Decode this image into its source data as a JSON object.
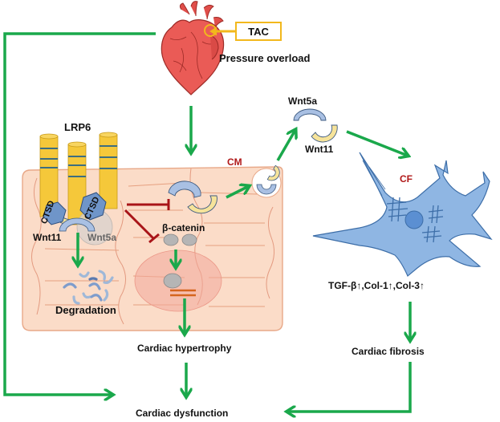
{
  "title": "CTSD-mediated Wnt11/Wnt5a degradation in cardiac pressure overload",
  "colors": {
    "arrow_green": "#1aa84b",
    "inhibit_red": "#a81418",
    "tac_box": "#f2b81c",
    "heart_red": "#e85a55",
    "cm_cell_fill": "#fbdcc8",
    "cm_cell_stroke": "#e8a888",
    "lrp6_yellow": "#f5c83a",
    "lrp6_band": "#3d6e80",
    "ctsd_blue": "#6f95c9",
    "wnt5a_blue": "#a9c0e3",
    "wnt11_yellow": "#f6e39a",
    "nucleus_pink": "#f2a89a",
    "beta_catenin_gray": "#b5b5b5",
    "dna_orange": "#d5651f",
    "cf_blue": "#8fb6e3",
    "cf_stroke": "#3d6ea8",
    "label_red": "#b01818"
  },
  "labels": {
    "tac": "TAC",
    "pressure_overload": "Pressure overload",
    "lrp6": "LRP6",
    "ctsd_1": "CTSD",
    "ctsd_2": "CTSD",
    "wnt11_bound": "Wnt11",
    "wnt5a_bound": "Wnt5a",
    "degradation": "Degradation",
    "cm": "CM",
    "beta_catenin": "β-catenin",
    "wnt5a_secreted": "Wnt5a",
    "wnt11_secreted": "Wnt11",
    "cf": "CF",
    "fibrosis_markers": "TGF-β↑,Col-1↑,Col-3↑",
    "cardiac_hypertrophy": "Cardiac hypertrophy",
    "cardiac_fibrosis": "Cardiac fibrosis",
    "cardiac_dysfunction": "Cardiac dysfunction"
  }
}
